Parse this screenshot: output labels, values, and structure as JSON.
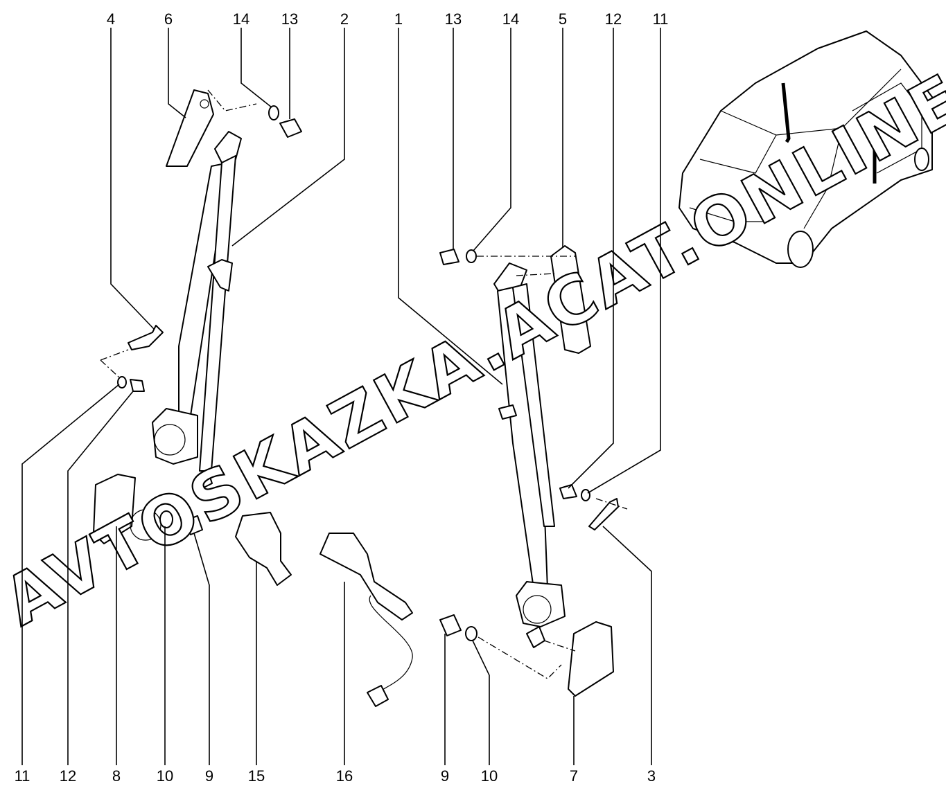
{
  "diagram": {
    "title": "Seat belts exploded view",
    "watermark": "AVTOSKAZKA.ACAT.ONLINE",
    "top_callouts": [
      "4",
      "6",
      "14",
      "13",
      "2",
      "1",
      "13",
      "14",
      "5",
      "12",
      "11"
    ],
    "bottom_callouts": [
      "11",
      "12",
      "8",
      "10",
      "9",
      "15",
      "16",
      "9",
      "10",
      "7",
      "3"
    ]
  }
}
